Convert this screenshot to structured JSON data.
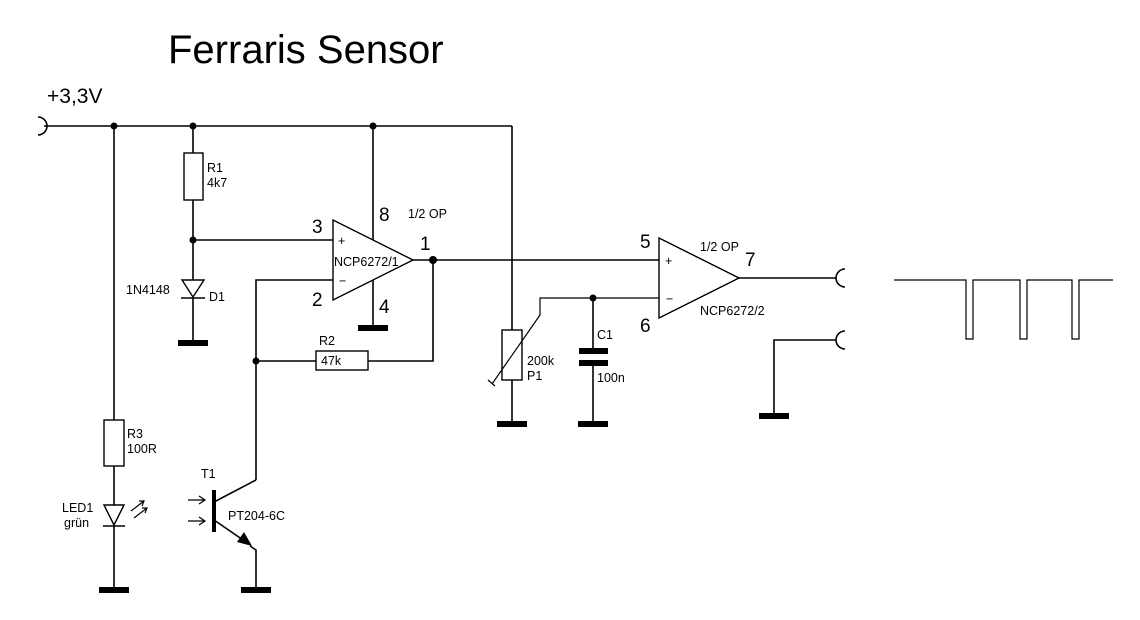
{
  "title": "Ferraris Sensor",
  "supply": "+3,3V",
  "components": {
    "r1": {
      "ref": "R1",
      "value": "4k7"
    },
    "r2": {
      "ref": "R2",
      "value": "47k"
    },
    "r3": {
      "ref": "R3",
      "value": "100R"
    },
    "d1": {
      "ref": "D1",
      "value": "1N4148"
    },
    "led1": {
      "ref": "LED1",
      "value": "grün"
    },
    "t1": {
      "ref": "T1",
      "value": "PT204-6C"
    },
    "p1": {
      "ref": "P1",
      "value": "200k"
    },
    "c1": {
      "ref": "C1",
      "value": "100n"
    },
    "op1": {
      "name": "NCP6272/1",
      "note": "1/2 OP",
      "pins": {
        "inp": "3",
        "inn": "2",
        "out": "1",
        "vcc": "8",
        "gnd": "4"
      }
    },
    "op2": {
      "name": "NCP6272/2",
      "note": "1/2 OP",
      "pins": {
        "inp": "5",
        "inn": "6",
        "out": "7"
      }
    }
  }
}
